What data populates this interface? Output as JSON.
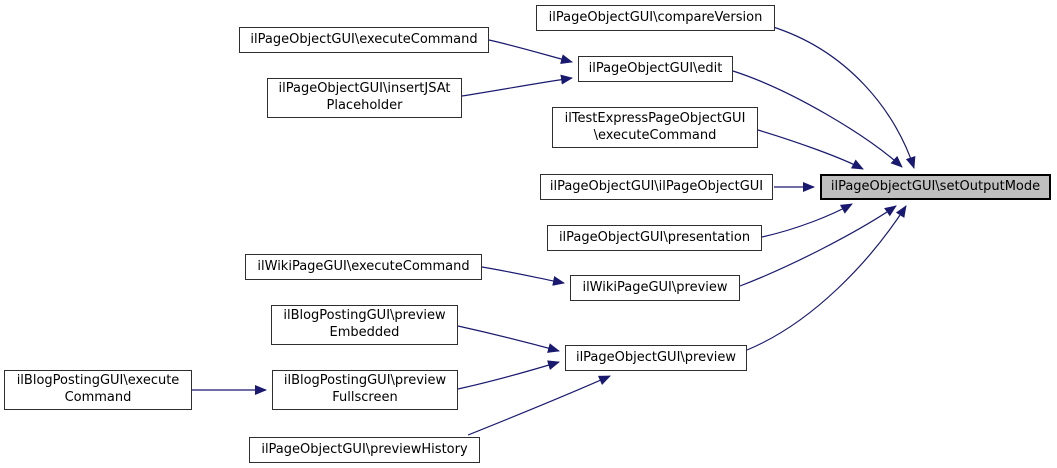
{
  "graph": {
    "type": "doxygen-caller-graph",
    "highlighted_node": "ilPageObjectGUI\\setOutputMode",
    "colors": {
      "edge": "#191970",
      "node_fill": "#ffffff",
      "node_border": "#2e2e2e",
      "highlight_fill": "#bfbfbf",
      "highlight_border": "#000000",
      "text": "#000000",
      "background": "#ffffff"
    },
    "nodes": [
      {
        "id": "compare-version",
        "label": "ilPageObjectGUI\\compareVersion"
      },
      {
        "id": "page-execute-command",
        "label": "ilPageObjectGUI\\executeCommand"
      },
      {
        "id": "page-edit",
        "label": "ilPageObjectGUI\\edit"
      },
      {
        "id": "insert-jsat-placeholder",
        "label": "ilPageObjectGUI\\insertJSAt\nPlaceholder"
      },
      {
        "id": "test-express-execute-command",
        "label": "ilTestExpressPageObjectGUI\n\\executeCommand"
      },
      {
        "id": "page-object-gui-constructor",
        "label": "ilPageObjectGUI\\ilPageObjectGUI"
      },
      {
        "id": "set-output-mode",
        "label": "ilPageObjectGUI\\setOutputMode"
      },
      {
        "id": "page-presentation",
        "label": "ilPageObjectGUI\\presentation"
      },
      {
        "id": "wiki-execute-command",
        "label": "ilWikiPageGUI\\executeCommand"
      },
      {
        "id": "wiki-preview",
        "label": "ilWikiPageGUI\\preview"
      },
      {
        "id": "blog-preview-embedded",
        "label": "ilBlogPostingGUI\\preview\nEmbedded"
      },
      {
        "id": "blog-execute-command",
        "label": "ilBlogPostingGUI\\execute\nCommand"
      },
      {
        "id": "blog-preview-fullscreen",
        "label": "ilBlogPostingGUI\\preview\nFullscreen"
      },
      {
        "id": "page-preview",
        "label": "ilPageObjectGUI\\preview"
      },
      {
        "id": "preview-history",
        "label": "ilPageObjectGUI\\previewHistory"
      }
    ],
    "edges": [
      {
        "from": "page-execute-command",
        "to": "page-edit"
      },
      {
        "from": "insert-jsat-placeholder",
        "to": "page-edit"
      },
      {
        "from": "compare-version",
        "to": "set-output-mode"
      },
      {
        "from": "page-edit",
        "to": "set-output-mode"
      },
      {
        "from": "test-express-execute-command",
        "to": "set-output-mode"
      },
      {
        "from": "page-object-gui-constructor",
        "to": "set-output-mode"
      },
      {
        "from": "page-presentation",
        "to": "set-output-mode"
      },
      {
        "from": "wiki-execute-command",
        "to": "wiki-preview"
      },
      {
        "from": "wiki-preview",
        "to": "set-output-mode"
      },
      {
        "from": "blog-preview-embedded",
        "to": "page-preview"
      },
      {
        "from": "blog-execute-command",
        "to": "blog-preview-fullscreen"
      },
      {
        "from": "blog-preview-fullscreen",
        "to": "page-preview"
      },
      {
        "from": "preview-history",
        "to": "page-preview"
      },
      {
        "from": "page-preview",
        "to": "set-output-mode"
      }
    ]
  }
}
